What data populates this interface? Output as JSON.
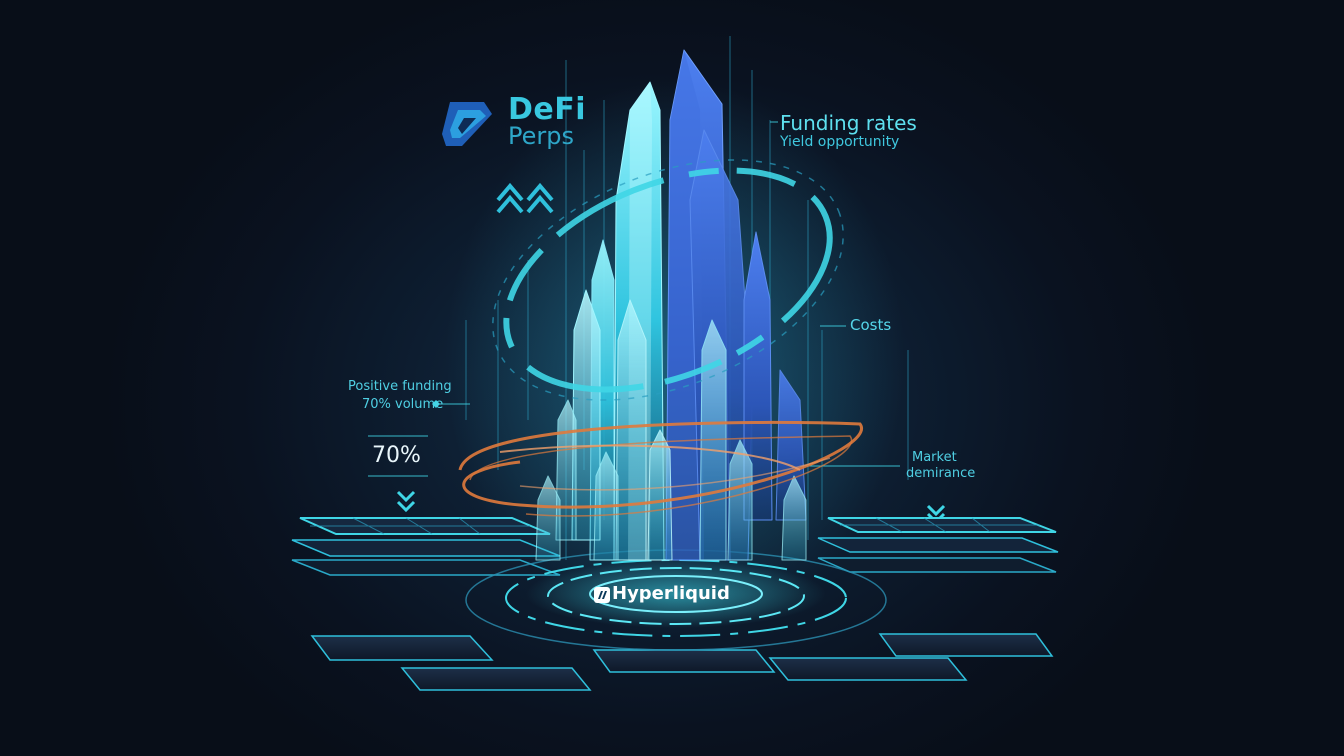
{
  "brand": {
    "logo_icon": "defi-perps-logo-icon",
    "line1": "DeFi",
    "line2": "Perps"
  },
  "labels": {
    "funding_title": "Funding rates",
    "funding_subtitle": "Yield opportunity",
    "costs": "Costs",
    "positive_funding_line1": "Positive funding",
    "positive_funding_line2": "70% volume",
    "percent_value": "70%",
    "market_line1": "Market",
    "market_line2": "demirance"
  },
  "platform": {
    "icon": "hyperliquid-logo-icon",
    "name": "Hyperliquid"
  },
  "colors": {
    "accent_cyan": "#3fd6e6",
    "crystal_blue": "#2f6fd6",
    "swirl_orange": "#e07a3c",
    "background": "#0a1220"
  }
}
